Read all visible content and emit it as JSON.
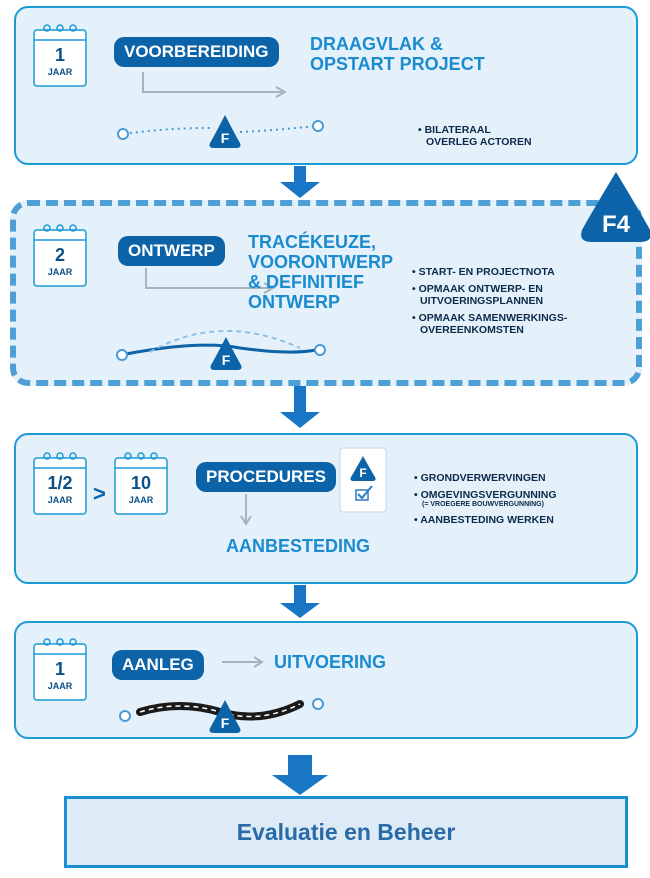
{
  "steps": [
    {
      "duration_num": "1",
      "duration_unit": "JAAR",
      "phase": "VOORBEREIDING",
      "title": [
        "DRAAGVLAK &",
        "OPSTART PROJECT"
      ],
      "bullets": [
        "• BILATERAAL",
        "OVERLEG ACTOREN"
      ]
    },
    {
      "duration_num": "2",
      "duration_unit": "JAAR",
      "phase": "ONTWERP",
      "title": [
        "TRACÉKEUZE,",
        "VOORONTWERP",
        "& DEFINITIEF",
        "ONTWERP"
      ],
      "bullets": [
        "• START- EN PROJECTNOTA",
        "• OPMAAK ONTWERP- EN",
        "UITVOERINGSPLANNEN",
        "• OPMAAK SAMENWERKINGS-",
        "OVEREENKOMSTEN"
      ],
      "badge": "F4"
    },
    {
      "duration_num": "1/2",
      "duration_unit": "JAAR",
      "duration_num_b": "10",
      "duration_unit_b": "JAAR",
      "range_sep": ">",
      "phase": "PROCEDURES",
      "title": [
        "AANBESTEDING"
      ],
      "bullets": [
        "• GRONDVERWERVINGEN",
        "• OMGEVINGSVERGUNNING",
        "(= VROEGERE BOUWVERGUNNING)",
        "• AANBESTEDING WERKEN"
      ]
    },
    {
      "duration_num": "1",
      "duration_unit": "JAAR",
      "phase": "AANLEG",
      "title": [
        "UITVOERING"
      ]
    }
  ],
  "f_marker": "F",
  "final_box": "Evaluatie en Beheer",
  "colors": {
    "panel_bg": "#e4f1fa",
    "border": "#1c9ad6",
    "dark_blue": "#0c63a8",
    "light_blue": "#1b8bd0",
    "arrow": "#1976c4"
  }
}
